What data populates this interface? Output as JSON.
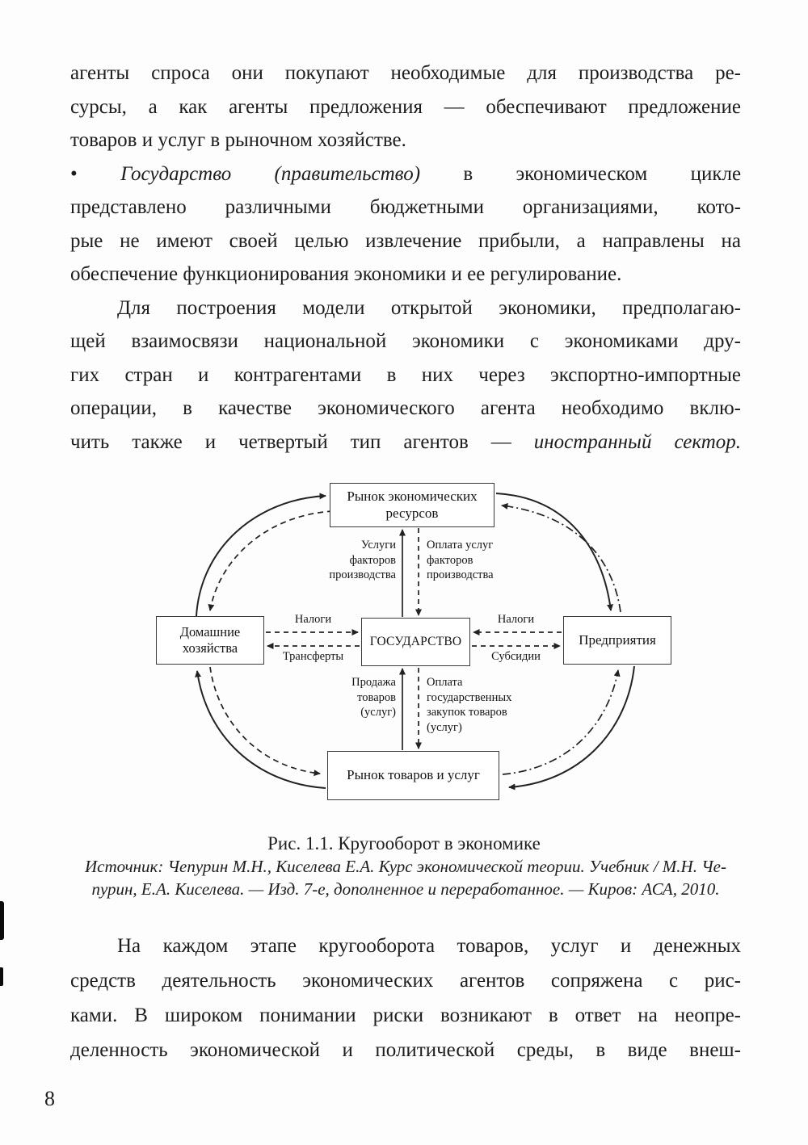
{
  "colors": {
    "ink": "#1d1d1d",
    "paper": "#fdfdfd",
    "line": "#222222"
  },
  "page_number": "8",
  "body": {
    "p1": [
      "агенты спроса они покупают необходимые для производства ре-",
      "сурсы, а как агенты предложения — обеспечивают предложение",
      "товаров и услуг в рыночном хозяйстве."
    ],
    "p2": {
      "bullet": "•",
      "l1_italic": "Государство (правительство)",
      "l1_rest_1": "в",
      "l1_rest_2": "экономическом",
      "l1_rest_3": "цикле",
      "lines": [
        "представлено различными бюджетными организациями, кото-",
        "рые не имеют своей целью извлечение прибыли, а направлены на",
        "обеспечение функционирования экономики и ее регулирование."
      ]
    },
    "p3": {
      "lines": [
        "Для построения модели открытой экономики, предполагаю-",
        "щей взаимосвязи национальной экономики с экономиками дру-",
        "гих стран и контрагентами в них через экспортно-импортные",
        "операции, в качестве экономического агента необходимо вклю-"
      ],
      "last_pre": "чить также и четвертый тип агентов —",
      "last_italic": "иностранный сектор."
    },
    "p4": [
      "На каждом этапе кругооборота товаров, услуг и денежных",
      "средств деятельность экономических агентов сопряжена с рис-",
      "ками. В широком понимании риски возникают в ответ на неопре-",
      "деленность экономической и политической среды, в виде внеш-"
    ]
  },
  "figure": {
    "boxes": {
      "resource_market": "Рынок экономических\nресурсов",
      "households": "Домашние\nхозяйства",
      "government": "ГОСУДАРСТВО",
      "enterprises": "Предприятия",
      "goods_market": "Рынок товаров и услуг"
    },
    "flows": {
      "factor_services": "Услуги\nфакторов\nпроизводства",
      "factor_payment": "Оплата услуг\nфакторов\nпроизводства",
      "taxes_households": "Налоги",
      "transfers": "Трансферты",
      "taxes_enterprises": "Налоги",
      "subsidies": "Субсидии",
      "goods_sale": "Продажа\nтоваров\n(услуг)",
      "gov_purchases_payment": "Оплата\nгосударственных\nзакупок товаров\n(услуг)"
    }
  },
  "caption": {
    "title": "Рис. 1.1. Кругооборот в экономике",
    "source_line1": "Источник: Чепурин М.Н., Киселева Е.А. Курс экономической теории. Учебник / М.Н. Че-",
    "source_line2": "пурин, Е.А. Киселева. — Изд. 7-е, дополненное и переработанное. — Киров: АСА, 2010."
  }
}
